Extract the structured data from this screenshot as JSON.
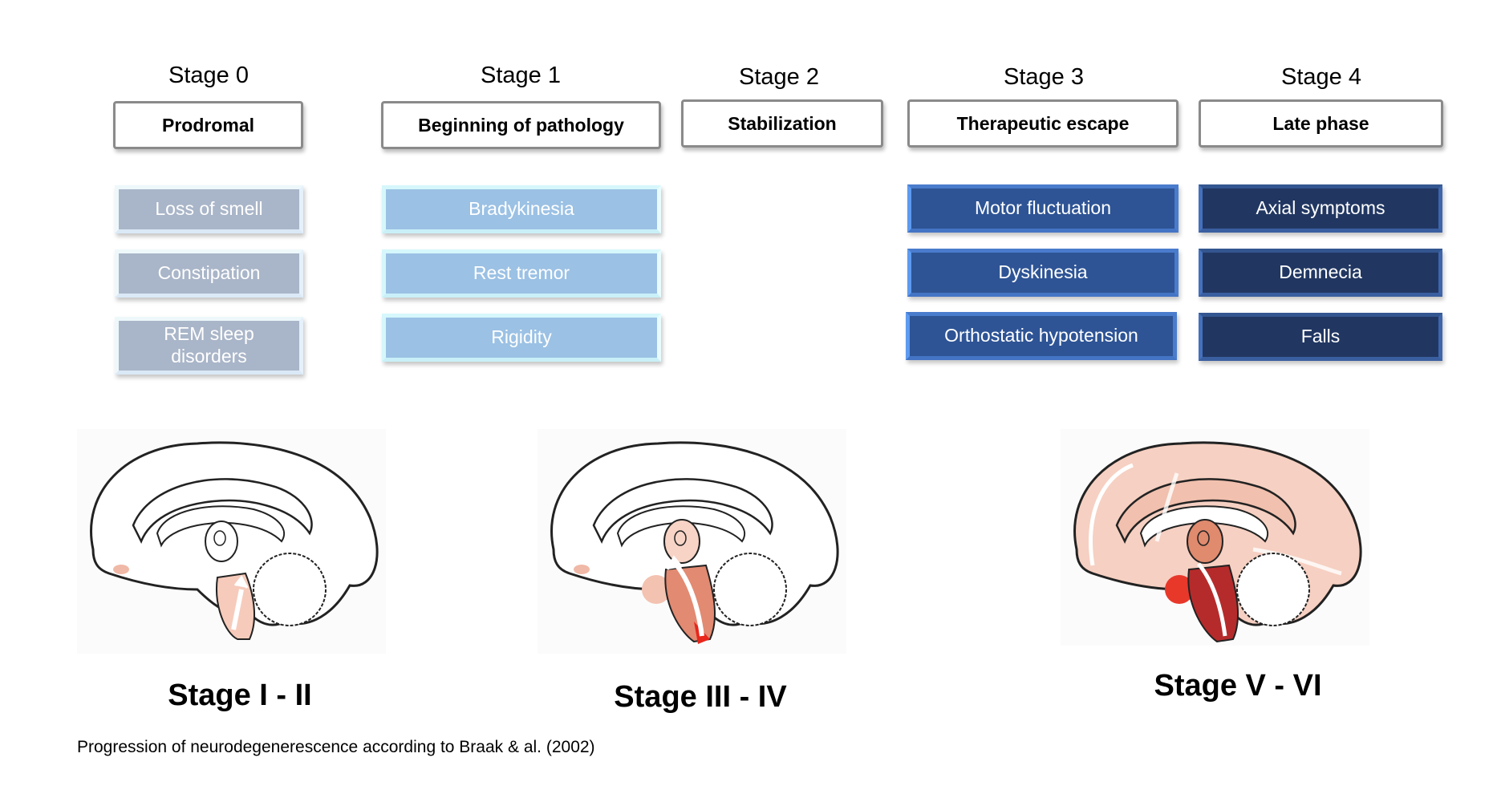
{
  "stages": [
    {
      "label": "Stage 0",
      "phase": "Prodromal",
      "symptoms": [
        "Loss of smell",
        "Constipation",
        "REM sleep disorders"
      ],
      "color": "#a9b5c8"
    },
    {
      "label": "Stage 1",
      "phase": "Beginning of pathology",
      "symptoms": [
        "Bradykinesia",
        "Rest tremor",
        "Rigidity"
      ],
      "color": "#9bc1e4"
    },
    {
      "label": "Stage 2",
      "phase": "Stabilization",
      "symptoms": []
    },
    {
      "label": "Stage 3",
      "phase": "Therapeutic escape",
      "symptoms": [
        "Motor fluctuation",
        "Dyskinesia",
        "Orthostatic hypotension"
      ],
      "color": "#2e5495"
    },
    {
      "label": "Stage 4",
      "phase": "Late phase",
      "symptoms": [
        "Axial symptoms",
        "Demnecia",
        "Falls"
      ],
      "color": "#213762"
    }
  ],
  "braak": [
    {
      "label": "Stage I - II",
      "icon": "brain-stage-1-2-icon"
    },
    {
      "label": "Stage III - IV",
      "icon": "brain-stage-3-4-icon"
    },
    {
      "label": "Stage V - VI",
      "icon": "brain-stage-5-6-icon"
    }
  ],
  "caption": "Progression of neurodegenerescence according to Braak & al. (2002)"
}
